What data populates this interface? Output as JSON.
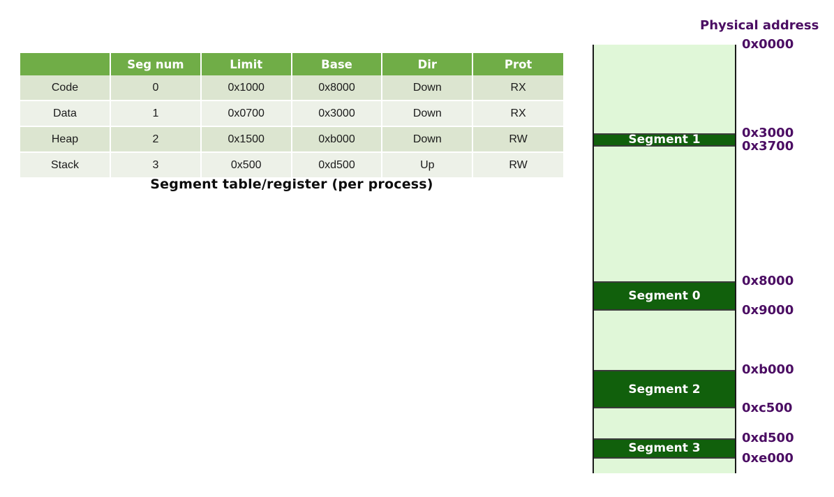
{
  "table": {
    "columns": [
      "",
      "Seg num",
      "Limit",
      "Base",
      "Dir",
      "Prot"
    ],
    "rows": [
      {
        "name": "Code",
        "seg_num": "0",
        "limit": "0x1000",
        "base": "0x8000",
        "dir": "Down",
        "prot": "RX"
      },
      {
        "name": "Data",
        "seg_num": "1",
        "limit": "0x0700",
        "base": "0x3000",
        "dir": "Down",
        "prot": "RX"
      },
      {
        "name": "Heap",
        "seg_num": "2",
        "limit": "0x1500",
        "base": "0xb000",
        "dir": "Down",
        "prot": "RW"
      },
      {
        "name": "Stack",
        "seg_num": "3",
        "limit": "0x500",
        "base": "0xd500",
        "dir": "Up",
        "prot": "RW"
      }
    ],
    "caption": "Segment table/register (per process)",
    "header_color": "#70ad47",
    "row_color_odd": "#dce5d0",
    "row_color_even": "#edf1e8"
  },
  "memory_map": {
    "header": "Physical address",
    "address_color": "#4b0d63",
    "used_color": "#11600c",
    "free_color": "#e0f7d8",
    "range_start": "0x0000",
    "range_end": "0xe800",
    "bands": [
      {
        "label": "",
        "kind": "free",
        "start": "0x0000",
        "end": "0x3000"
      },
      {
        "label": "Segment 1",
        "kind": "used",
        "start": "0x3000",
        "end": "0x3700"
      },
      {
        "label": "",
        "kind": "free",
        "start": "0x3700",
        "end": "0x8000"
      },
      {
        "label": "Segment 0",
        "kind": "used",
        "start": "0x8000",
        "end": "0x9000"
      },
      {
        "label": "",
        "kind": "free",
        "start": "0x9000",
        "end": "0xb000"
      },
      {
        "label": "Segment 2",
        "kind": "used",
        "start": "0xb000",
        "end": "0xc500"
      },
      {
        "label": "",
        "kind": "free",
        "start": "0xc500",
        "end": "0xd500"
      },
      {
        "label": "Segment 3",
        "kind": "used",
        "start": "0xd500",
        "end": "0xe000"
      },
      {
        "label": "",
        "kind": "free",
        "start": "0xe000",
        "end": "0xe800"
      }
    ],
    "address_labels": [
      {
        "text": "0x0000",
        "addr": "0x0000"
      },
      {
        "text": "0x3000",
        "addr": "0x3000"
      },
      {
        "text": "0x3700",
        "addr": "0x3700"
      },
      {
        "text": "0x8000",
        "addr": "0x8000"
      },
      {
        "text": "0x9000",
        "addr": "0x9000"
      },
      {
        "text": "0xb000",
        "addr": "0xb000"
      },
      {
        "text": "0xc500",
        "addr": "0xc500"
      },
      {
        "text": "0xd500",
        "addr": "0xd500"
      },
      {
        "text": "0xe000",
        "addr": "0xe000"
      }
    ]
  }
}
